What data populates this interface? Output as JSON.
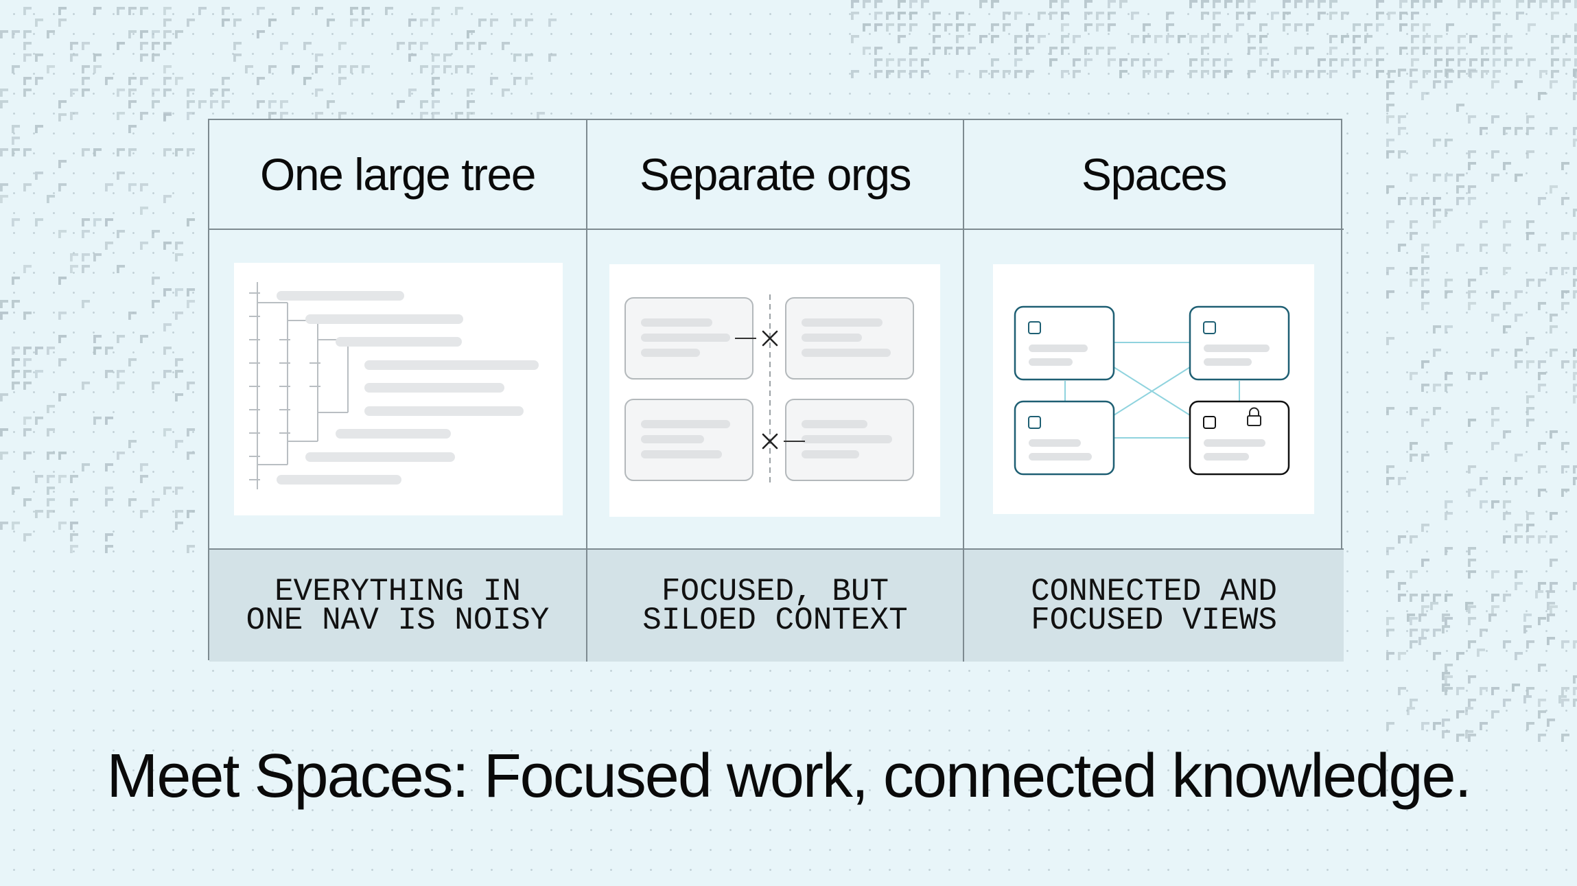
{
  "columns": [
    {
      "title": "One large tree",
      "caption_line1": "EVERYTHING IN",
      "caption_line2": "ONE NAV IS NOISY"
    },
    {
      "title": "Separate orgs",
      "caption_line1": "FOCUSED, BUT",
      "caption_line2": "SILOED CONTEXT"
    },
    {
      "title": "Spaces",
      "caption_line1": "CONNECTED AND",
      "caption_line2": "FOCUSED VIEWS"
    }
  ],
  "tagline": "Meet Spaces: Focused work, connected knowledge.",
  "icons": [
    "close-icon",
    "lock-icon"
  ],
  "colors": {
    "background": "#e8f5f9",
    "grid_border": "#7d8a90",
    "caption_band": "#d3e2e7",
    "node_border": "#1e5f73",
    "link": "#8fd3de",
    "placeholder_bar": "#e4e6e8"
  }
}
